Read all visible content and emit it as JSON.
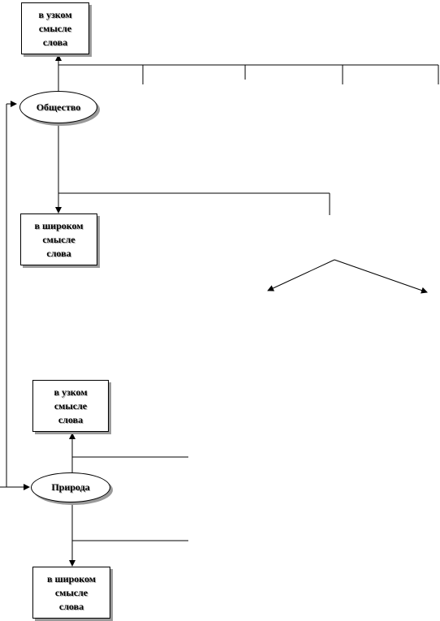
{
  "diagram": {
    "society": {
      "label": "Общество",
      "narrow": "в узком\nсмысле\nслова",
      "broad": "в широком\nсмысле\nслова"
    },
    "nature": {
      "label": "Природа",
      "narrow": "в узком\nсмысле\nслова",
      "broad": "в широком\nсмысле\nслова"
    }
  }
}
